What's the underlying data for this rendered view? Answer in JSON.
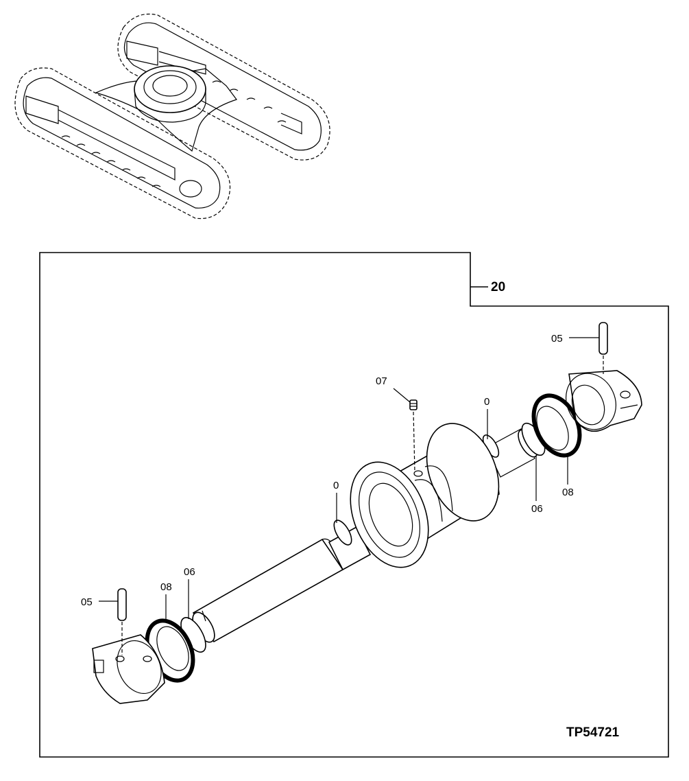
{
  "assembly": {
    "group_number": "20",
    "figure_id": "TP54721"
  },
  "callouts": {
    "pin_right": "05",
    "pin_left": "05",
    "plug": "07",
    "oring_center_left": "0",
    "oring_center_right": "0",
    "collar_right": "06",
    "collar_left": "06",
    "seal_right": "08",
    "seal_left": "08"
  }
}
